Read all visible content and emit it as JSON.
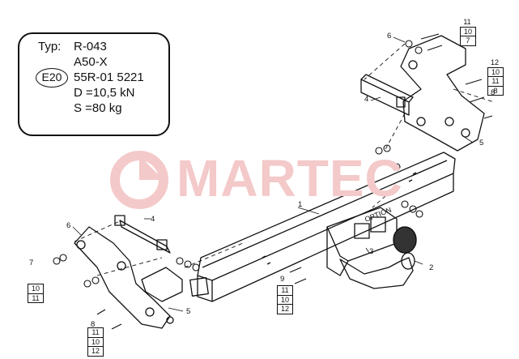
{
  "spec": {
    "typ_label": "Typ:",
    "typ_value": "R-043",
    "model": "A50-X",
    "approval_mark": "E20",
    "approval_number": "55R-01 5221",
    "d_value": "D =10,5 kN",
    "s_value": "S =80 kg"
  },
  "watermark": {
    "text": "MARTEC",
    "color": "#f4c9c9"
  },
  "option_label": "OPTION",
  "callouts": {
    "c1": "1",
    "c2": "2",
    "c3": "3",
    "c4_top": "4",
    "c4_bottom": "4",
    "c5_right": "5",
    "c5_bottom": "5",
    "c6_top": "6",
    "c6_left": "6",
    "c7_left": "7",
    "c8_right": "8",
    "c8_bottom": "8",
    "c9": "9"
  },
  "stacks": {
    "top_right_a": [
      "11",
      "10",
      "7"
    ],
    "top_right_b": [
      "12",
      "10",
      "11",
      "8"
    ],
    "left": [
      "10",
      "11"
    ],
    "bottom_left": [
      "11",
      "10",
      "12"
    ],
    "bottom_mid": [
      "11",
      "10",
      "12"
    ]
  }
}
